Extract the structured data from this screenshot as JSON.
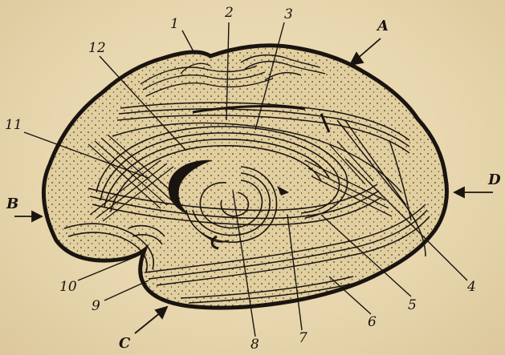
{
  "figure": {
    "numbered_labels": [
      "1",
      "2",
      "3",
      "4",
      "5",
      "6",
      "7",
      "8",
      "9",
      "10",
      "11",
      "12"
    ],
    "direction_labels": [
      "A",
      "B",
      "C",
      "D"
    ]
  },
  "colors": {
    "background": "#e9d9b2",
    "ink": "#1a1410",
    "stipple_fill": "#e2cf9f"
  }
}
